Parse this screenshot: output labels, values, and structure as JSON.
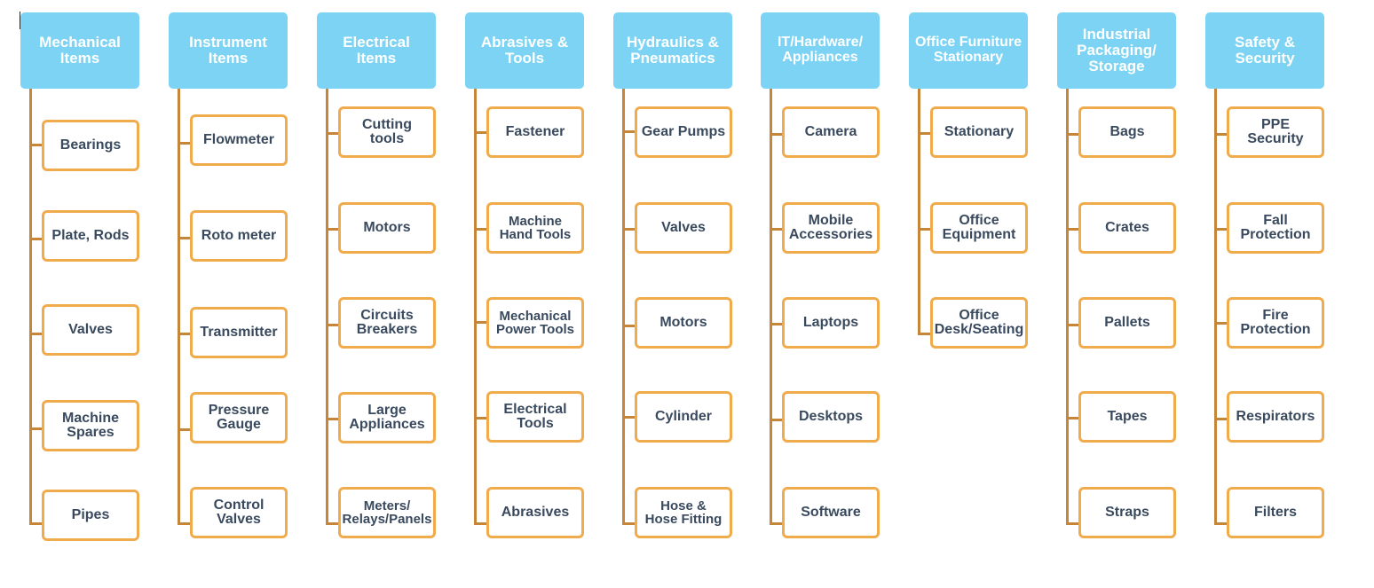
{
  "categories": [
    {
      "title": "Mechanical\nItems",
      "items": [
        "Bearings",
        "Plate, Rods",
        "Valves",
        "Machine\nSpares",
        "Pipes"
      ]
    },
    {
      "title": "Instrument\nItems",
      "items": [
        "Flowmeter",
        "Roto meter",
        "Transmitter",
        "Pressure\nGauge",
        "Control\nValves"
      ]
    },
    {
      "title": "Electrical\nItems",
      "items": [
        "Cutting\ntools",
        "Motors",
        "Circuits\nBreakers",
        "Large\nAppliances",
        "Meters/\nRelays/Panels"
      ]
    },
    {
      "title": "Abrasives &\nTools",
      "items": [
        "Fastener",
        "Machine\nHand Tools",
        "Mechanical\nPower  Tools",
        "Electrical\nTools",
        "Abrasives"
      ]
    },
    {
      "title": "Hydraulics &\nPneumatics",
      "items": [
        "Gear  Pumps",
        "Valves",
        "Motors",
        "Cylinder",
        "Hose &\nHose Fitting"
      ]
    },
    {
      "title": "IT/Hardware/\nAppliances",
      "items": [
        "Camera",
        "Mobile\nAccessories",
        "Laptops",
        "Desktops",
        "Software"
      ]
    },
    {
      "title": "Office Furniture\nStationary",
      "items": [
        "Stationary",
        "Office\nEquipment",
        "Office\nDesk/Seating"
      ]
    },
    {
      "title": "Industrial\nPackaging/\nStorage",
      "items": [
        "Bags",
        "Crates",
        "Pallets",
        "Tapes",
        "Straps"
      ]
    },
    {
      "title": "Safety &\nSecurity",
      "items": [
        "PPE\nSecurity",
        "Fall\nProtection",
        "Fire\nProtection",
        "Respirators",
        "Filters"
      ]
    }
  ],
  "colors": {
    "header_bg": "#7cd3f3",
    "box_border": "#f0ab4c",
    "connector": "#c6863a",
    "text": "#3a4a5e"
  }
}
